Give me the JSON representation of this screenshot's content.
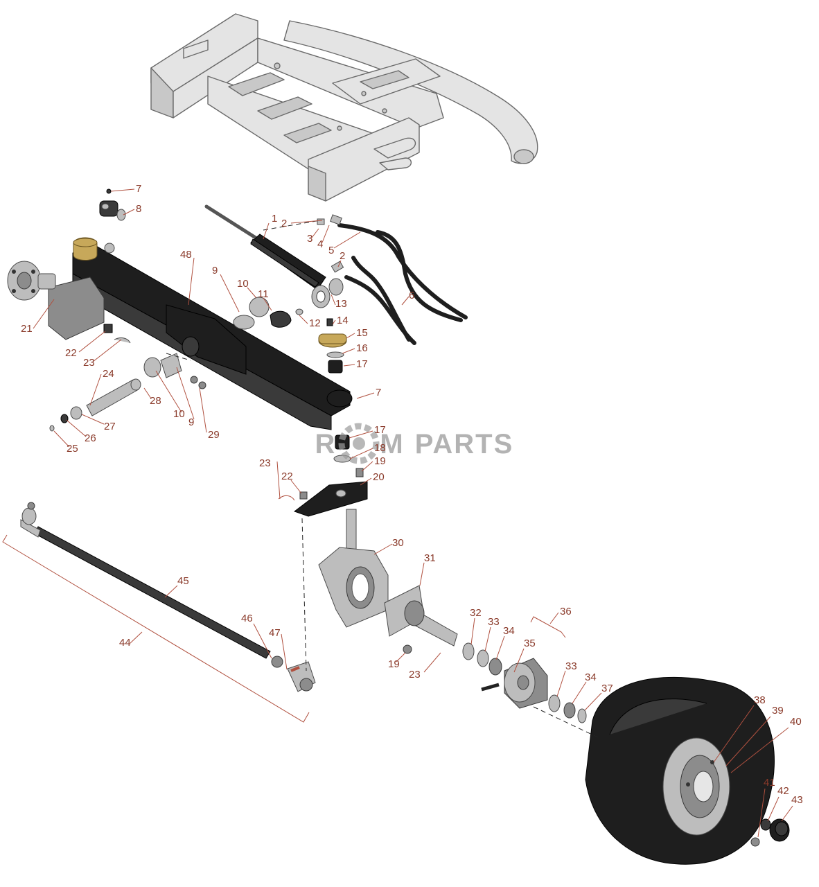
{
  "watermark": {
    "left": "R",
    "right": "M",
    "word": "PARTS"
  },
  "callouts": [
    {
      "id": "c1",
      "label": "1"
    },
    {
      "id": "c2a",
      "label": "2"
    },
    {
      "id": "c2b",
      "label": "2"
    },
    {
      "id": "c3",
      "label": "3"
    },
    {
      "id": "c4",
      "label": "4"
    },
    {
      "id": "c5",
      "label": "5"
    },
    {
      "id": "c6",
      "label": "6"
    },
    {
      "id": "c7a",
      "label": "7"
    },
    {
      "id": "c7b",
      "label": "7"
    },
    {
      "id": "c8",
      "label": "8"
    },
    {
      "id": "c9a",
      "label": "9"
    },
    {
      "id": "c9b",
      "label": "9"
    },
    {
      "id": "c10a",
      "label": "10"
    },
    {
      "id": "c10b",
      "label": "10"
    },
    {
      "id": "c11",
      "label": "11"
    },
    {
      "id": "c12",
      "label": "12"
    },
    {
      "id": "c13",
      "label": "13"
    },
    {
      "id": "c14",
      "label": "14"
    },
    {
      "id": "c15",
      "label": "15"
    },
    {
      "id": "c16",
      "label": "16"
    },
    {
      "id": "c17a",
      "label": "17"
    },
    {
      "id": "c17b",
      "label": "17"
    },
    {
      "id": "c18",
      "label": "18"
    },
    {
      "id": "c19a",
      "label": "19"
    },
    {
      "id": "c19b",
      "label": "19"
    },
    {
      "id": "c20",
      "label": "20"
    },
    {
      "id": "c21",
      "label": "21"
    },
    {
      "id": "c22a",
      "label": "22"
    },
    {
      "id": "c22b",
      "label": "22"
    },
    {
      "id": "c23a",
      "label": "23"
    },
    {
      "id": "c23b",
      "label": "23"
    },
    {
      "id": "c23c",
      "label": "23"
    },
    {
      "id": "c24",
      "label": "24"
    },
    {
      "id": "c25",
      "label": "25"
    },
    {
      "id": "c26",
      "label": "26"
    },
    {
      "id": "c27",
      "label": "27"
    },
    {
      "id": "c28",
      "label": "28"
    },
    {
      "id": "c29",
      "label": "29"
    },
    {
      "id": "c30",
      "label": "30"
    },
    {
      "id": "c31",
      "label": "31"
    },
    {
      "id": "c32",
      "label": "32"
    },
    {
      "id": "c33a",
      "label": "33"
    },
    {
      "id": "c33b",
      "label": "33"
    },
    {
      "id": "c34a",
      "label": "34"
    },
    {
      "id": "c34b",
      "label": "34"
    },
    {
      "id": "c35",
      "label": "35"
    },
    {
      "id": "c36",
      "label": "36"
    },
    {
      "id": "c37",
      "label": "37"
    },
    {
      "id": "c38",
      "label": "38"
    },
    {
      "id": "c39",
      "label": "39"
    },
    {
      "id": "c40",
      "label": "40"
    },
    {
      "id": "c41",
      "label": "41"
    },
    {
      "id": "c42",
      "label": "42"
    },
    {
      "id": "c43",
      "label": "43"
    },
    {
      "id": "c44",
      "label": "44"
    },
    {
      "id": "c45",
      "label": "45"
    },
    {
      "id": "c46",
      "label": "46"
    },
    {
      "id": "c47",
      "label": "47"
    },
    {
      "id": "c48",
      "label": "48"
    }
  ]
}
